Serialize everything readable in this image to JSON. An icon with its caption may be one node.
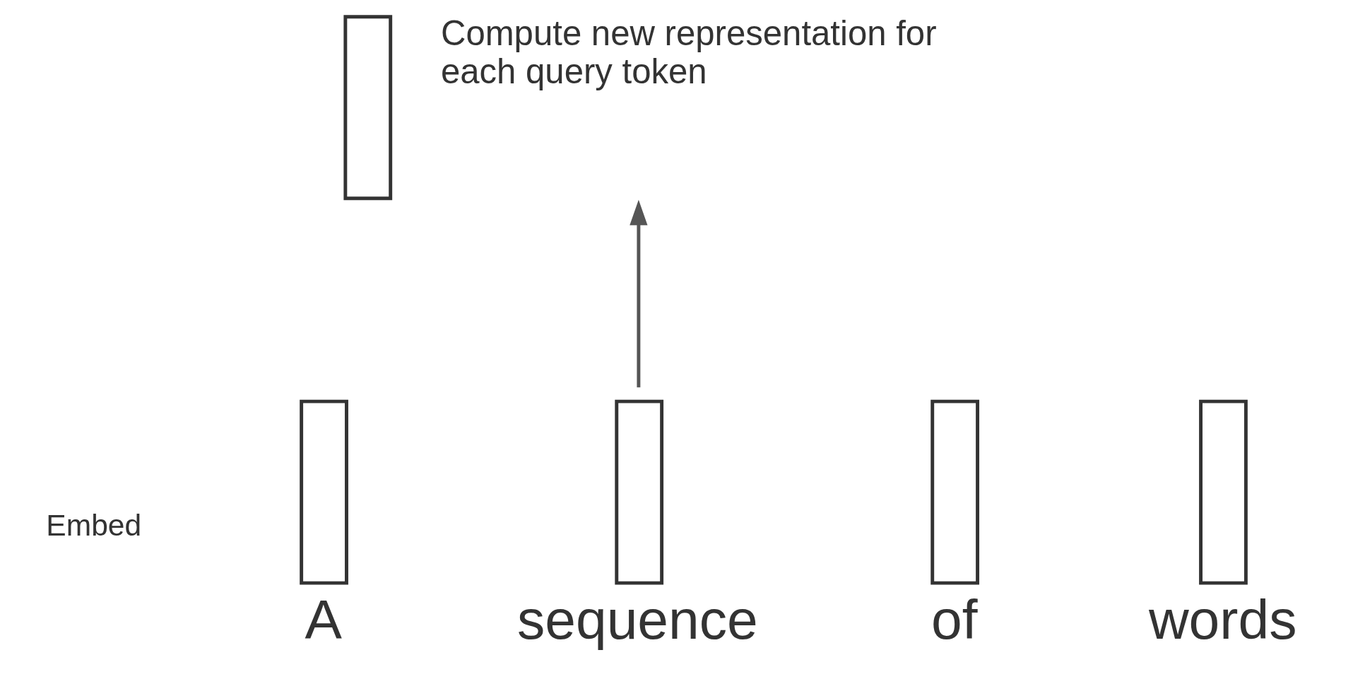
{
  "diagram": {
    "nodes": [
      {
        "text": [],
        "shape": "box",
        "beside": [
          "Compute new representation for each query token"
        ]
      },
      {
        "text": [
          "A"
        ]
      },
      {
        "text": [
          "sequence"
        ]
      },
      {
        "text": [
          "of"
        ]
      },
      {
        "text": [
          "words"
        ]
      }
    ],
    "edges": [
      {
        "from": 2,
        "to": 0,
        "arrow": "to"
      }
    ],
    "labels": [
      "Embed"
    ]
  }
}
